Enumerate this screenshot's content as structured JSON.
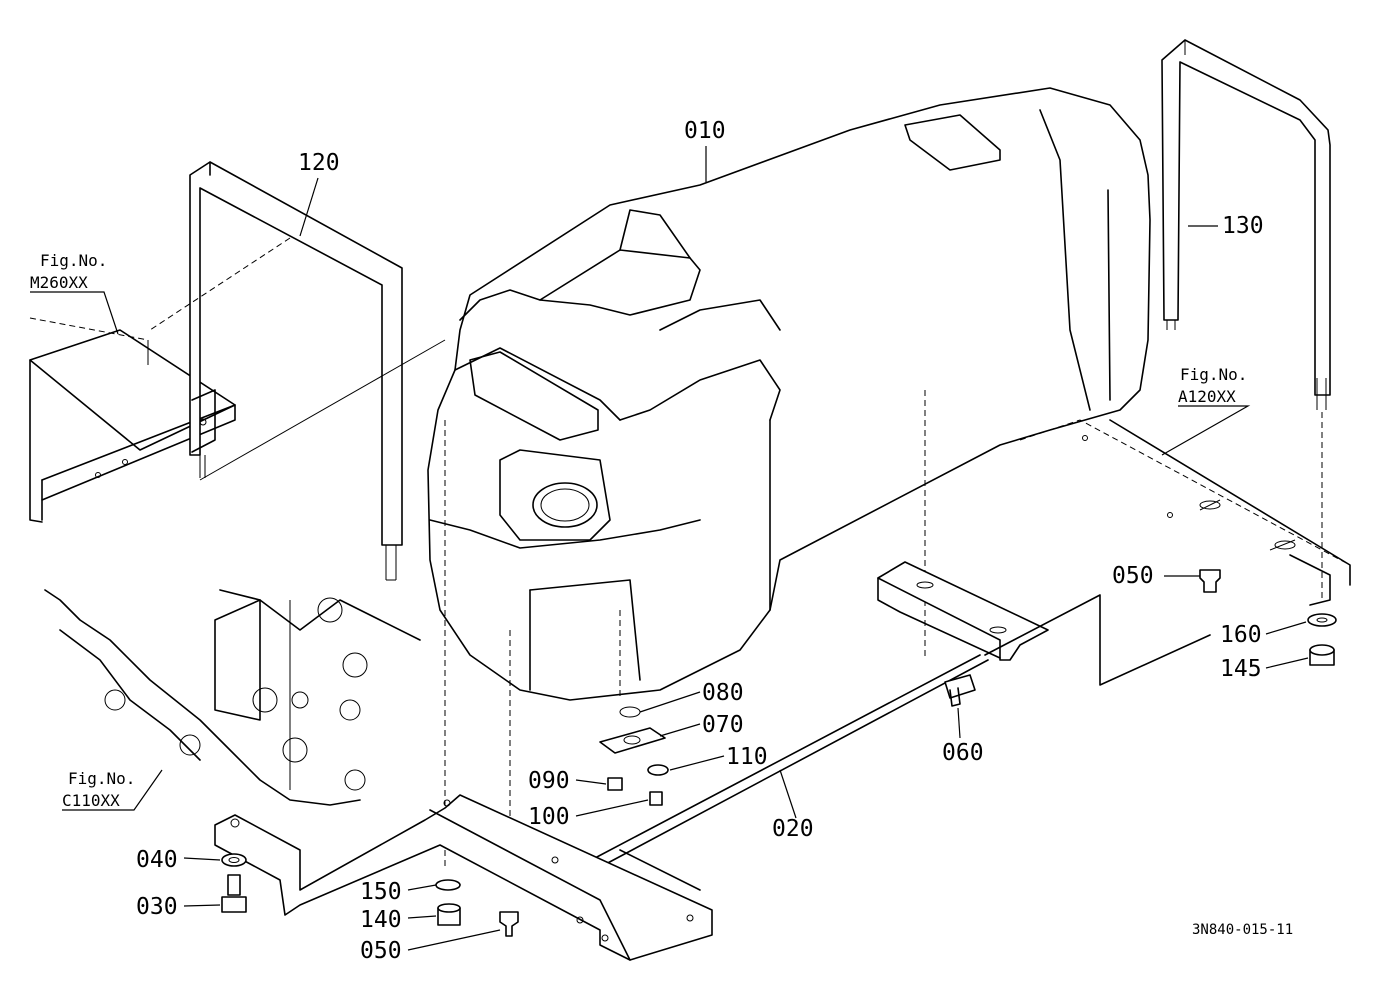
{
  "parts": {
    "p010": "010",
    "p120": "120",
    "p130": "130",
    "p050a": "050",
    "p050b": "050",
    "p160": "160",
    "p145": "145",
    "p080": "080",
    "p070": "070",
    "p110": "110",
    "p090": "090",
    "p100": "100",
    "p060": "060",
    "p020": "020",
    "p040": "040",
    "p030": "030",
    "p150": "150",
    "p140": "140"
  },
  "figure_refs": {
    "m260_top": "Fig.No.",
    "m260_code": "M260XX",
    "a120_top": "Fig.No.",
    "a120_code": "A120XX",
    "c110_top": "Fig.No.",
    "c110_code": "C110XX"
  },
  "drawing_code": "3N840-015-11"
}
